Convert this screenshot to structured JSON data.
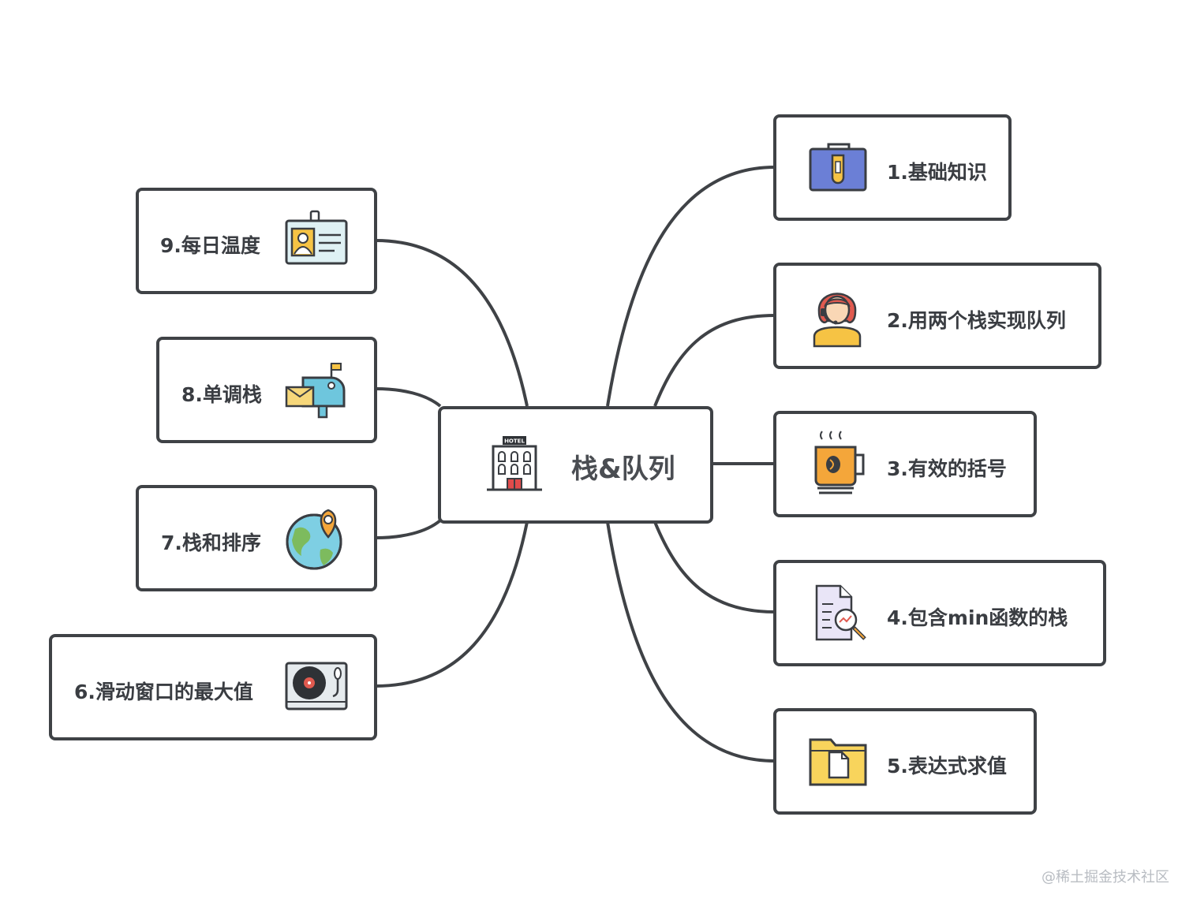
{
  "center": {
    "label": "栈&队列",
    "icon": "hotel-icon",
    "icon_text": "HOTEL"
  },
  "right_branches": [
    {
      "label": "1.基础知识",
      "icon": "briefcase-icon"
    },
    {
      "label": "2.用两个栈实现队列",
      "icon": "support-agent-icon"
    },
    {
      "label": "3.有效的括号",
      "icon": "coffee-cup-icon"
    },
    {
      "label": "4.包含min函数的栈",
      "icon": "document-search-icon"
    },
    {
      "label": "5.表达式求值",
      "icon": "folder-document-icon"
    }
  ],
  "left_branches": [
    {
      "label": "6.滑动窗口的最大值",
      "icon": "record-player-icon"
    },
    {
      "label": "7.栈和排序",
      "icon": "globe-location-icon"
    },
    {
      "label": "8.单调栈",
      "icon": "mailbox-icon"
    },
    {
      "label": "9.每日温度",
      "icon": "id-badge-icon"
    }
  ],
  "watermark": "@稀土掘金技术社区",
  "colors": {
    "line": "#3f4246",
    "border": "#3f4246",
    "text": "#3a3d42"
  }
}
